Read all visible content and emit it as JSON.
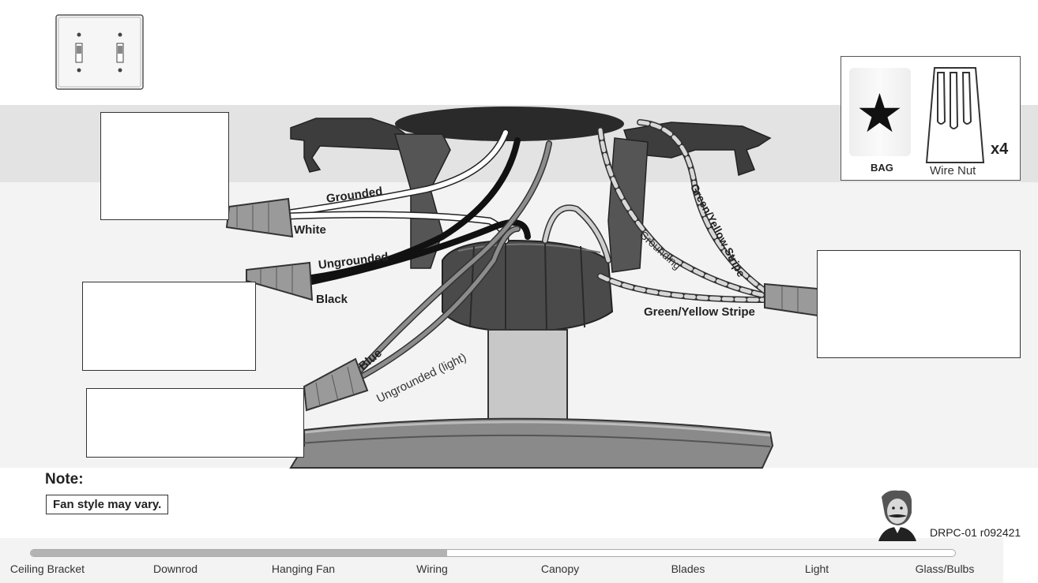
{
  "wire_labels": {
    "grounded": "Grounded",
    "white": "White",
    "ungrounded": "Ungrounded",
    "black": "Black",
    "blue": "Blue",
    "ungrounded_light": "Ungrounded (light)",
    "grounding": "Grounding",
    "green_yellow_stripe_1": "Green/Yellow Stripe",
    "green_yellow_stripe_2": "Green/Yellow Stripe"
  },
  "hardware": {
    "bag_label": "BAG",
    "wire_nut_label": "Wire Nut",
    "quantity": "x4"
  },
  "note": {
    "title": "Note:",
    "text": "Fan style may vary."
  },
  "doc_code": "DRPC-01 r092421",
  "progress": {
    "fraction": 0.45,
    "steps": [
      "Ceiling Bracket",
      "Downrod",
      "Hanging Fan",
      "Wiring",
      "Canopy",
      "Blades",
      "Light",
      "Glass/Bulbs"
    ]
  },
  "colors": {
    "band_gray": "#e3e3e3",
    "bracket_dark": "#3a3a3a",
    "wire_black": "#111111",
    "wire_gray": "#8c8c8c",
    "wire_green_stripe": "#cfcfcf"
  }
}
